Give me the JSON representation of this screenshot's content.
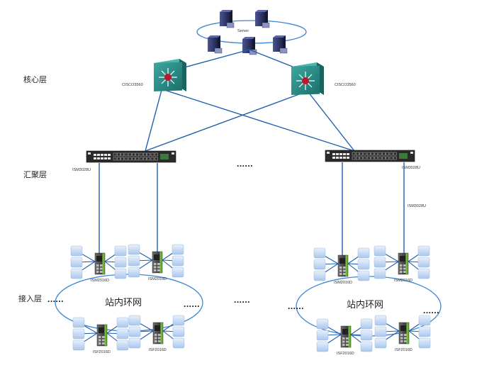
{
  "layers": {
    "core": "核心层",
    "aggregation": "汇聚层",
    "access": "接入层"
  },
  "server_ring": {
    "label": "Server",
    "server_count": 5
  },
  "core_switches": [
    {
      "label": "CISCO3560"
    },
    {
      "label": "CISCO3560"
    }
  ],
  "aggregation_switches": [
    {
      "label": "ISM3028U"
    },
    {
      "label": "ISM3028U"
    }
  ],
  "aggregation_uplink_label": "ISM3028U",
  "ellipsis": "......",
  "access_rings": [
    {
      "title": "站内环网",
      "switches": [
        {
          "label": "ISM2016D"
        },
        {
          "label": "ISM2016D"
        },
        {
          "label": "ISF2016D"
        },
        {
          "label": "ISF2016D"
        }
      ]
    },
    {
      "title": "站内环网",
      "switches": [
        {
          "label": "ISM2016D"
        },
        {
          "label": "ISM2016D"
        },
        {
          "label": "ISF2016D"
        },
        {
          "label": "ISF2016D"
        }
      ]
    }
  ],
  "colors": {
    "link": "#1f5fae",
    "ring": "#3b86d6",
    "core_switch": "#2b8f8a",
    "core_center": "#c0162c",
    "server": "#2d3566",
    "endpoint": "#c9dcf5",
    "aggregation_body": "#2a2a2a",
    "access_switch_accent": "#7cc242"
  }
}
